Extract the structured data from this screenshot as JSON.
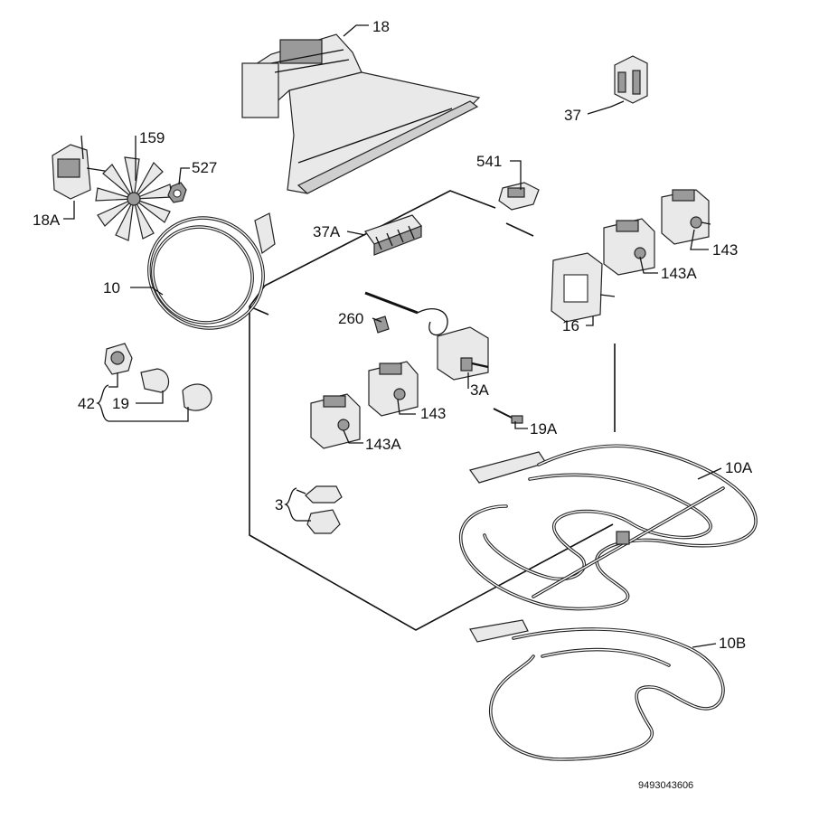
{
  "labels": {
    "p18": "18",
    "p37": "37",
    "p159": "159",
    "p527": "527",
    "p18a": "18A",
    "p541": "541",
    "p37a": "37A",
    "p143_right": "143",
    "p143a_right": "143A",
    "p10": "10",
    "p16": "16",
    "p260": "260",
    "p3a": "3A",
    "p42": "42",
    "p19": "19",
    "p143_center": "143",
    "p19a": "19A",
    "p143a_center": "143A",
    "p10a": "10A",
    "p3": "3",
    "p10b": "10B"
  },
  "drawing_number": "9493043606"
}
